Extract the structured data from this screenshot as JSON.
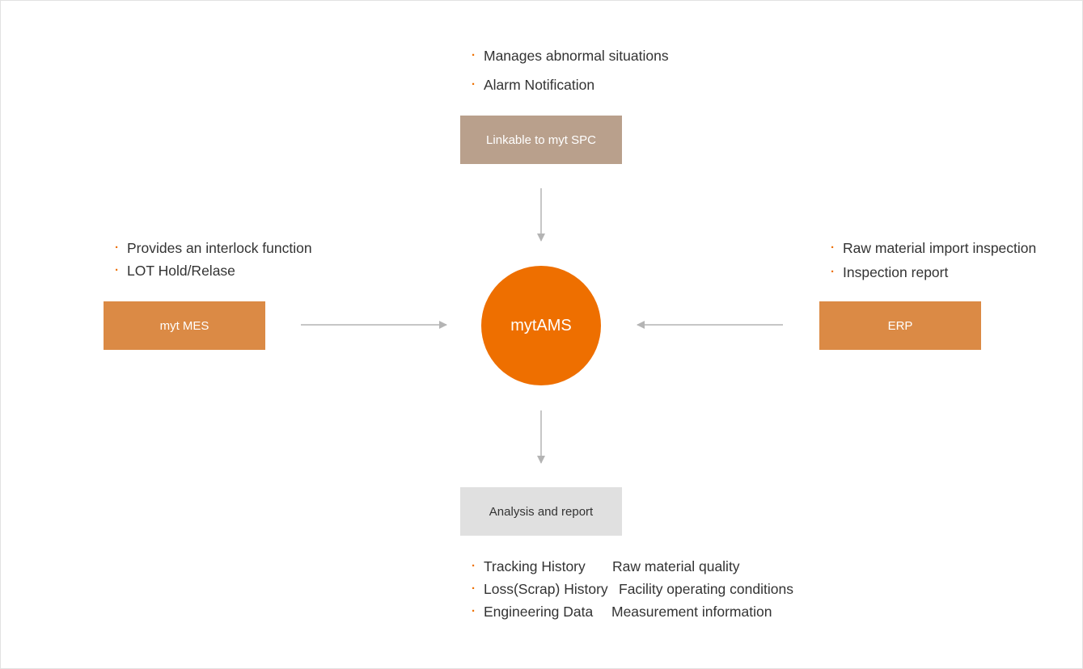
{
  "center": {
    "label": "mytAMS"
  },
  "top": {
    "box_label": "Linkable to myt SPC",
    "bullets": [
      "Manages abnormal situations",
      "Alarm Notification"
    ]
  },
  "left": {
    "box_label": "myt MES",
    "bullets": [
      "Provides an interlock function",
      "LOT Hold/Relase"
    ]
  },
  "right": {
    "box_label": "ERP",
    "bullets": [
      "Raw material import inspection",
      "Inspection report"
    ]
  },
  "bottom": {
    "box_label": "Analysis and report",
    "bullets": [
      {
        "col1": "Tracking History",
        "col2": "Raw material quality"
      },
      {
        "col1": "Loss(Scrap) History",
        "col2": "Facility operating conditions"
      },
      {
        "col1": "Engineering Data",
        "col2": "Measurement information"
      }
    ]
  },
  "colors": {
    "hub": "#ee6f00",
    "orange_box": "#db8a45",
    "spc_box": "#b9a08c",
    "analysis_box": "#e0e0e0",
    "bullet_dot": "#ee6f00",
    "arrow": "#b4b4b4"
  },
  "icons": {
    "bullet": "dot-bullet",
    "connector": "arrow"
  }
}
